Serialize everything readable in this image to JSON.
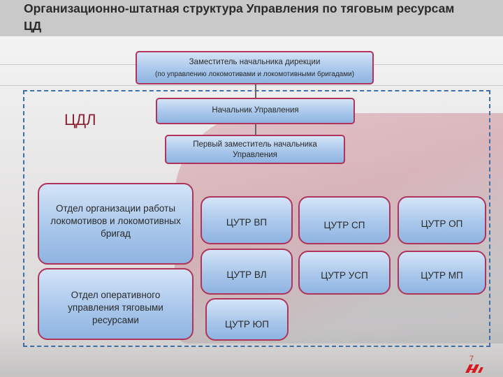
{
  "title": "Организационно-штатная структура Управления по тяговым ресурсам ЦД",
  "colors": {
    "header_bg": "#c9c9c9",
    "box_border": "#b0345a",
    "box_fill": "#a9c7eb",
    "dashed_border": "#3c6fa8",
    "cdl_text": "#8b2232"
  },
  "org": {
    "deputy_director": {
      "line1": "Заместитель начальника дирекции",
      "line2": "(по управлению локомотивами и локомотивными бригадами)"
    },
    "head": "Начальник Управления",
    "first_deputy": "Первый заместитель начальника Управления",
    "group_label": "ЦДЛ",
    "departments": [
      "Отдел организации работы локомотивов и локомотивных бригад",
      "Отдел оперативного управления тяговыми ресурсами"
    ],
    "units": [
      "ЦУТР ВП",
      "ЦУТР СП",
      "ЦУТР ОП",
      "ЦУТР ВЛ",
      "ЦУТР УСП",
      "ЦУТР МП",
      "ЦУТР ЮП"
    ]
  },
  "page_number": "7",
  "logo_icon": "rzd-logo-icon"
}
